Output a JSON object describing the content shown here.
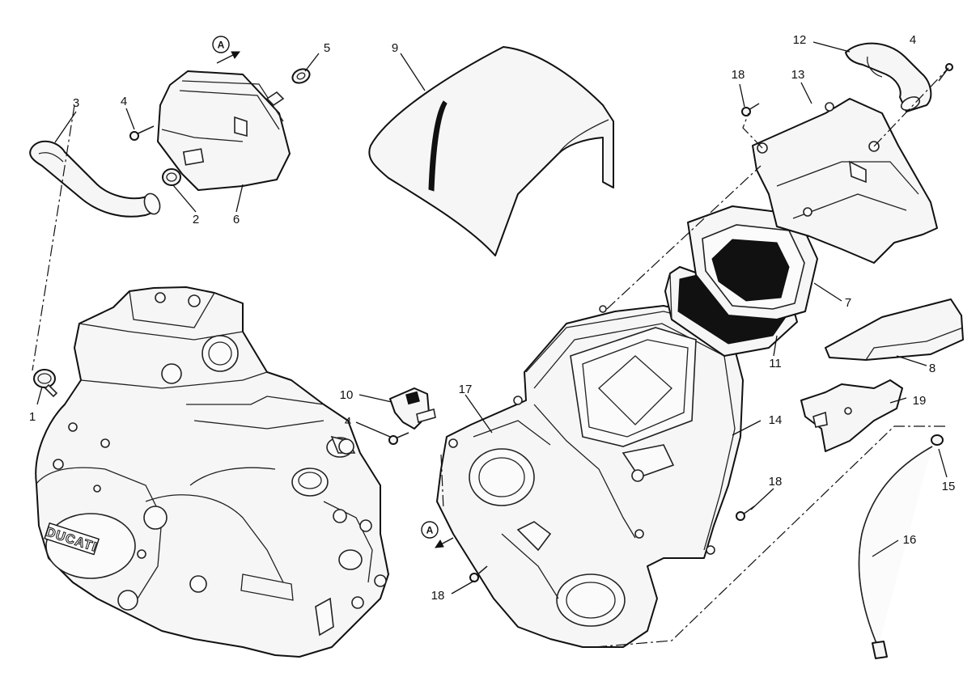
{
  "diagram": {
    "engine_badge": "DUCATI",
    "reference_marker": "A",
    "callouts": [
      {
        "id": "c1",
        "label": "1"
      },
      {
        "id": "c2",
        "label": "2"
      },
      {
        "id": "c3",
        "label": "3"
      },
      {
        "id": "c4a",
        "label": "4"
      },
      {
        "id": "c4b",
        "label": "4"
      },
      {
        "id": "c4c",
        "label": "4"
      },
      {
        "id": "c5",
        "label": "5"
      },
      {
        "id": "c6",
        "label": "6"
      },
      {
        "id": "c7",
        "label": "7"
      },
      {
        "id": "c8",
        "label": "8"
      },
      {
        "id": "c9",
        "label": "9"
      },
      {
        "id": "c10",
        "label": "10"
      },
      {
        "id": "c11",
        "label": "11"
      },
      {
        "id": "c12",
        "label": "12"
      },
      {
        "id": "c13",
        "label": "13"
      },
      {
        "id": "c14",
        "label": "14"
      },
      {
        "id": "c15",
        "label": "15"
      },
      {
        "id": "c16",
        "label": "16"
      },
      {
        "id": "c17",
        "label": "17"
      },
      {
        "id": "c18a",
        "label": "18"
      },
      {
        "id": "c18b",
        "label": "18"
      },
      {
        "id": "c18c",
        "label": "18"
      },
      {
        "id": "c19",
        "label": "19"
      }
    ]
  }
}
